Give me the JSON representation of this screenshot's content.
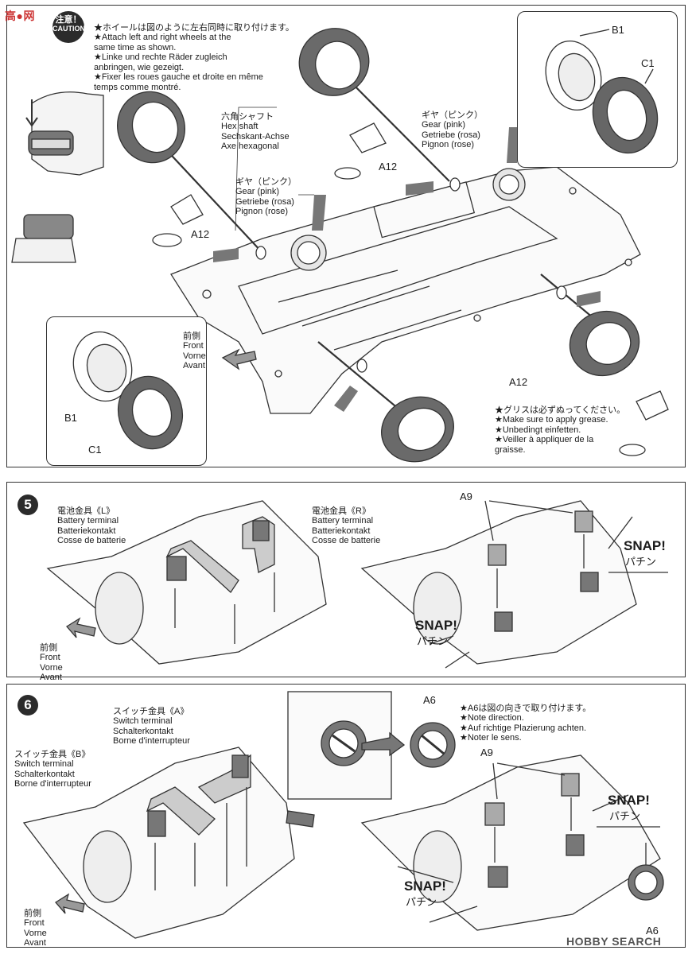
{
  "watermark_top": "高●网",
  "watermark_bottom": "HOBBY SEARCH",
  "step4": {
    "caution_jp": "注意！",
    "caution_en": "CAUTION",
    "note_jp": "★ホイールは図のように左右同時に取り付けます。",
    "note_en": "★Attach left and right wheels at the",
    "note_en2": "same time as shown.",
    "note_de": "★Linke und rechte Räder zugleich",
    "note_de2": "anbringen, wie gezeigt.",
    "note_fr": "★Fixer les roues gauche et droite en même",
    "note_fr2": "temps comme montré.",
    "hex_jp": "六角シャフト",
    "hex_en": "Hex shaft",
    "hex_de": "Sechskant-Achse",
    "hex_fr": "Axe hexagonal",
    "gear1_jp": "ギヤ（ピンク）",
    "gear1_en": "Gear (pink)",
    "gear1_de": "Getriebe (rosa)",
    "gear1_fr": "Pignon (rose)",
    "gear2_jp": "ギヤ（ピンク）",
    "gear2_en": "Gear (pink)",
    "gear2_de": "Getriebe (rosa)",
    "gear2_fr": "Pignon (rose)",
    "a12_left": "A12",
    "a12_mid": "A12",
    "a12_right": "A12",
    "front_jp": "前側",
    "front_en": "Front",
    "front_de": "Vorne",
    "front_fr": "Avant",
    "inset_tr_b1": "B1",
    "inset_tr_c1": "C1",
    "inset_l_b1": "B1",
    "inset_l_c1": "C1",
    "grease_jp": "★グリスは必ずぬってください。",
    "grease_en": "★Make sure to apply grease.",
    "grease_de": "★Unbedingt einfetten.",
    "grease_fr": "★Veiller à appliquer de la",
    "grease_fr2": "graisse."
  },
  "step5": {
    "number": "5",
    "term_l_jp": "電池金具《L》",
    "term_l_en": "Battery terminal",
    "term_l_de": "Batteriekontakt",
    "term_l_fr": "Cosse de batterie",
    "term_r_jp": "電池金具《R》",
    "term_r_en": "Battery terminal",
    "term_r_de": "Batteriekontakt",
    "term_r_fr": "Cosse de batterie",
    "front_jp": "前側",
    "front_en": "Front",
    "front_de": "Vorne",
    "front_fr": "Avant",
    "a9": "A9",
    "snap1": "SNAP!",
    "snap1_jp": "パチン",
    "snap2": "SNAP!",
    "snap2_jp": "パチン"
  },
  "step6": {
    "number": "6",
    "sw_a_jp": "スイッチ金具《A》",
    "sw_a_en": "Switch terminal",
    "sw_a_de": "Schalterkontakt",
    "sw_a_fr": "Borne d'interrupteur",
    "sw_b_jp": "スイッチ金具《B》",
    "sw_b_en": "Switch terminal",
    "sw_b_de": "Schalterkontakt",
    "sw_b_fr": "Borne d'interrupteur",
    "a6_top": "A6",
    "a6_bottom": "A6",
    "note_jp": "★A6は図の向きで取り付けます。",
    "note_en": "★Note direction.",
    "note_de": "★Auf richtige Plazierung achten.",
    "note_fr": "★Noter le sens.",
    "a9": "A9",
    "snap1": "SNAP!",
    "snap1_jp": "パチン",
    "snap2": "SNAP!",
    "snap2_jp": "パチン",
    "front_jp": "前側",
    "front_en": "Front",
    "front_de": "Vorne",
    "front_fr": "Avant"
  }
}
